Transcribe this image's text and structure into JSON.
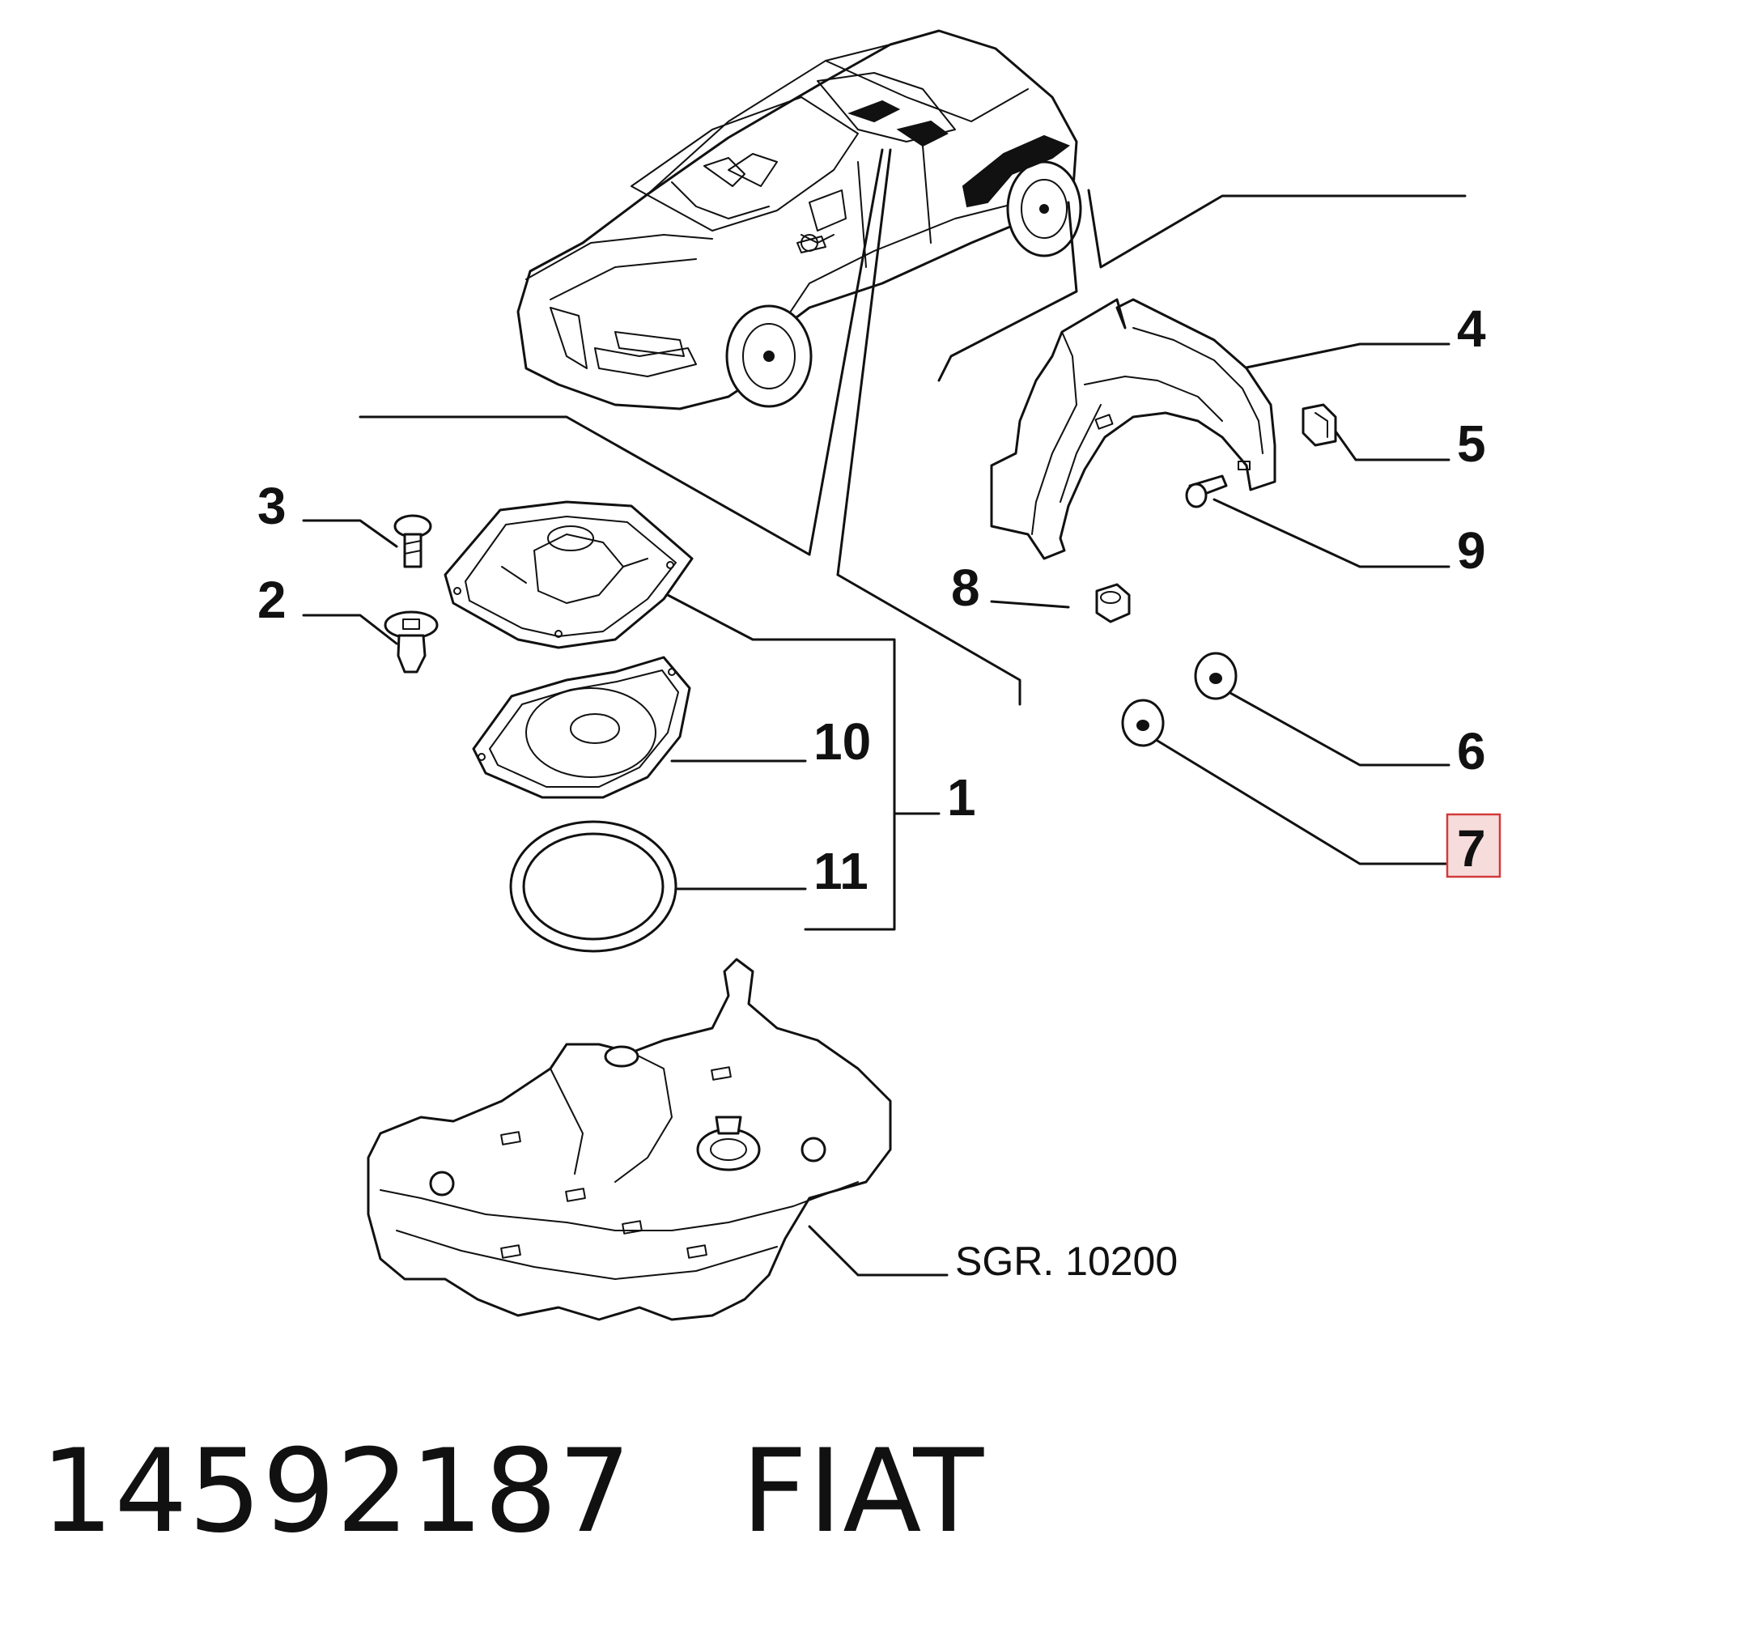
{
  "callouts": {
    "c1": "1",
    "c2": "2",
    "c3": "3",
    "c4": "4",
    "c5": "5",
    "c6": "6",
    "c7": "7",
    "c8": "8",
    "c9": "9",
    "c10": "10",
    "c11": "11"
  },
  "reference_label": "SGR. 10200",
  "highlighted_callout": "7",
  "highlight_color": "#f7dcdc",
  "caption": {
    "part_number": "14592187",
    "brand": "FIAT"
  }
}
